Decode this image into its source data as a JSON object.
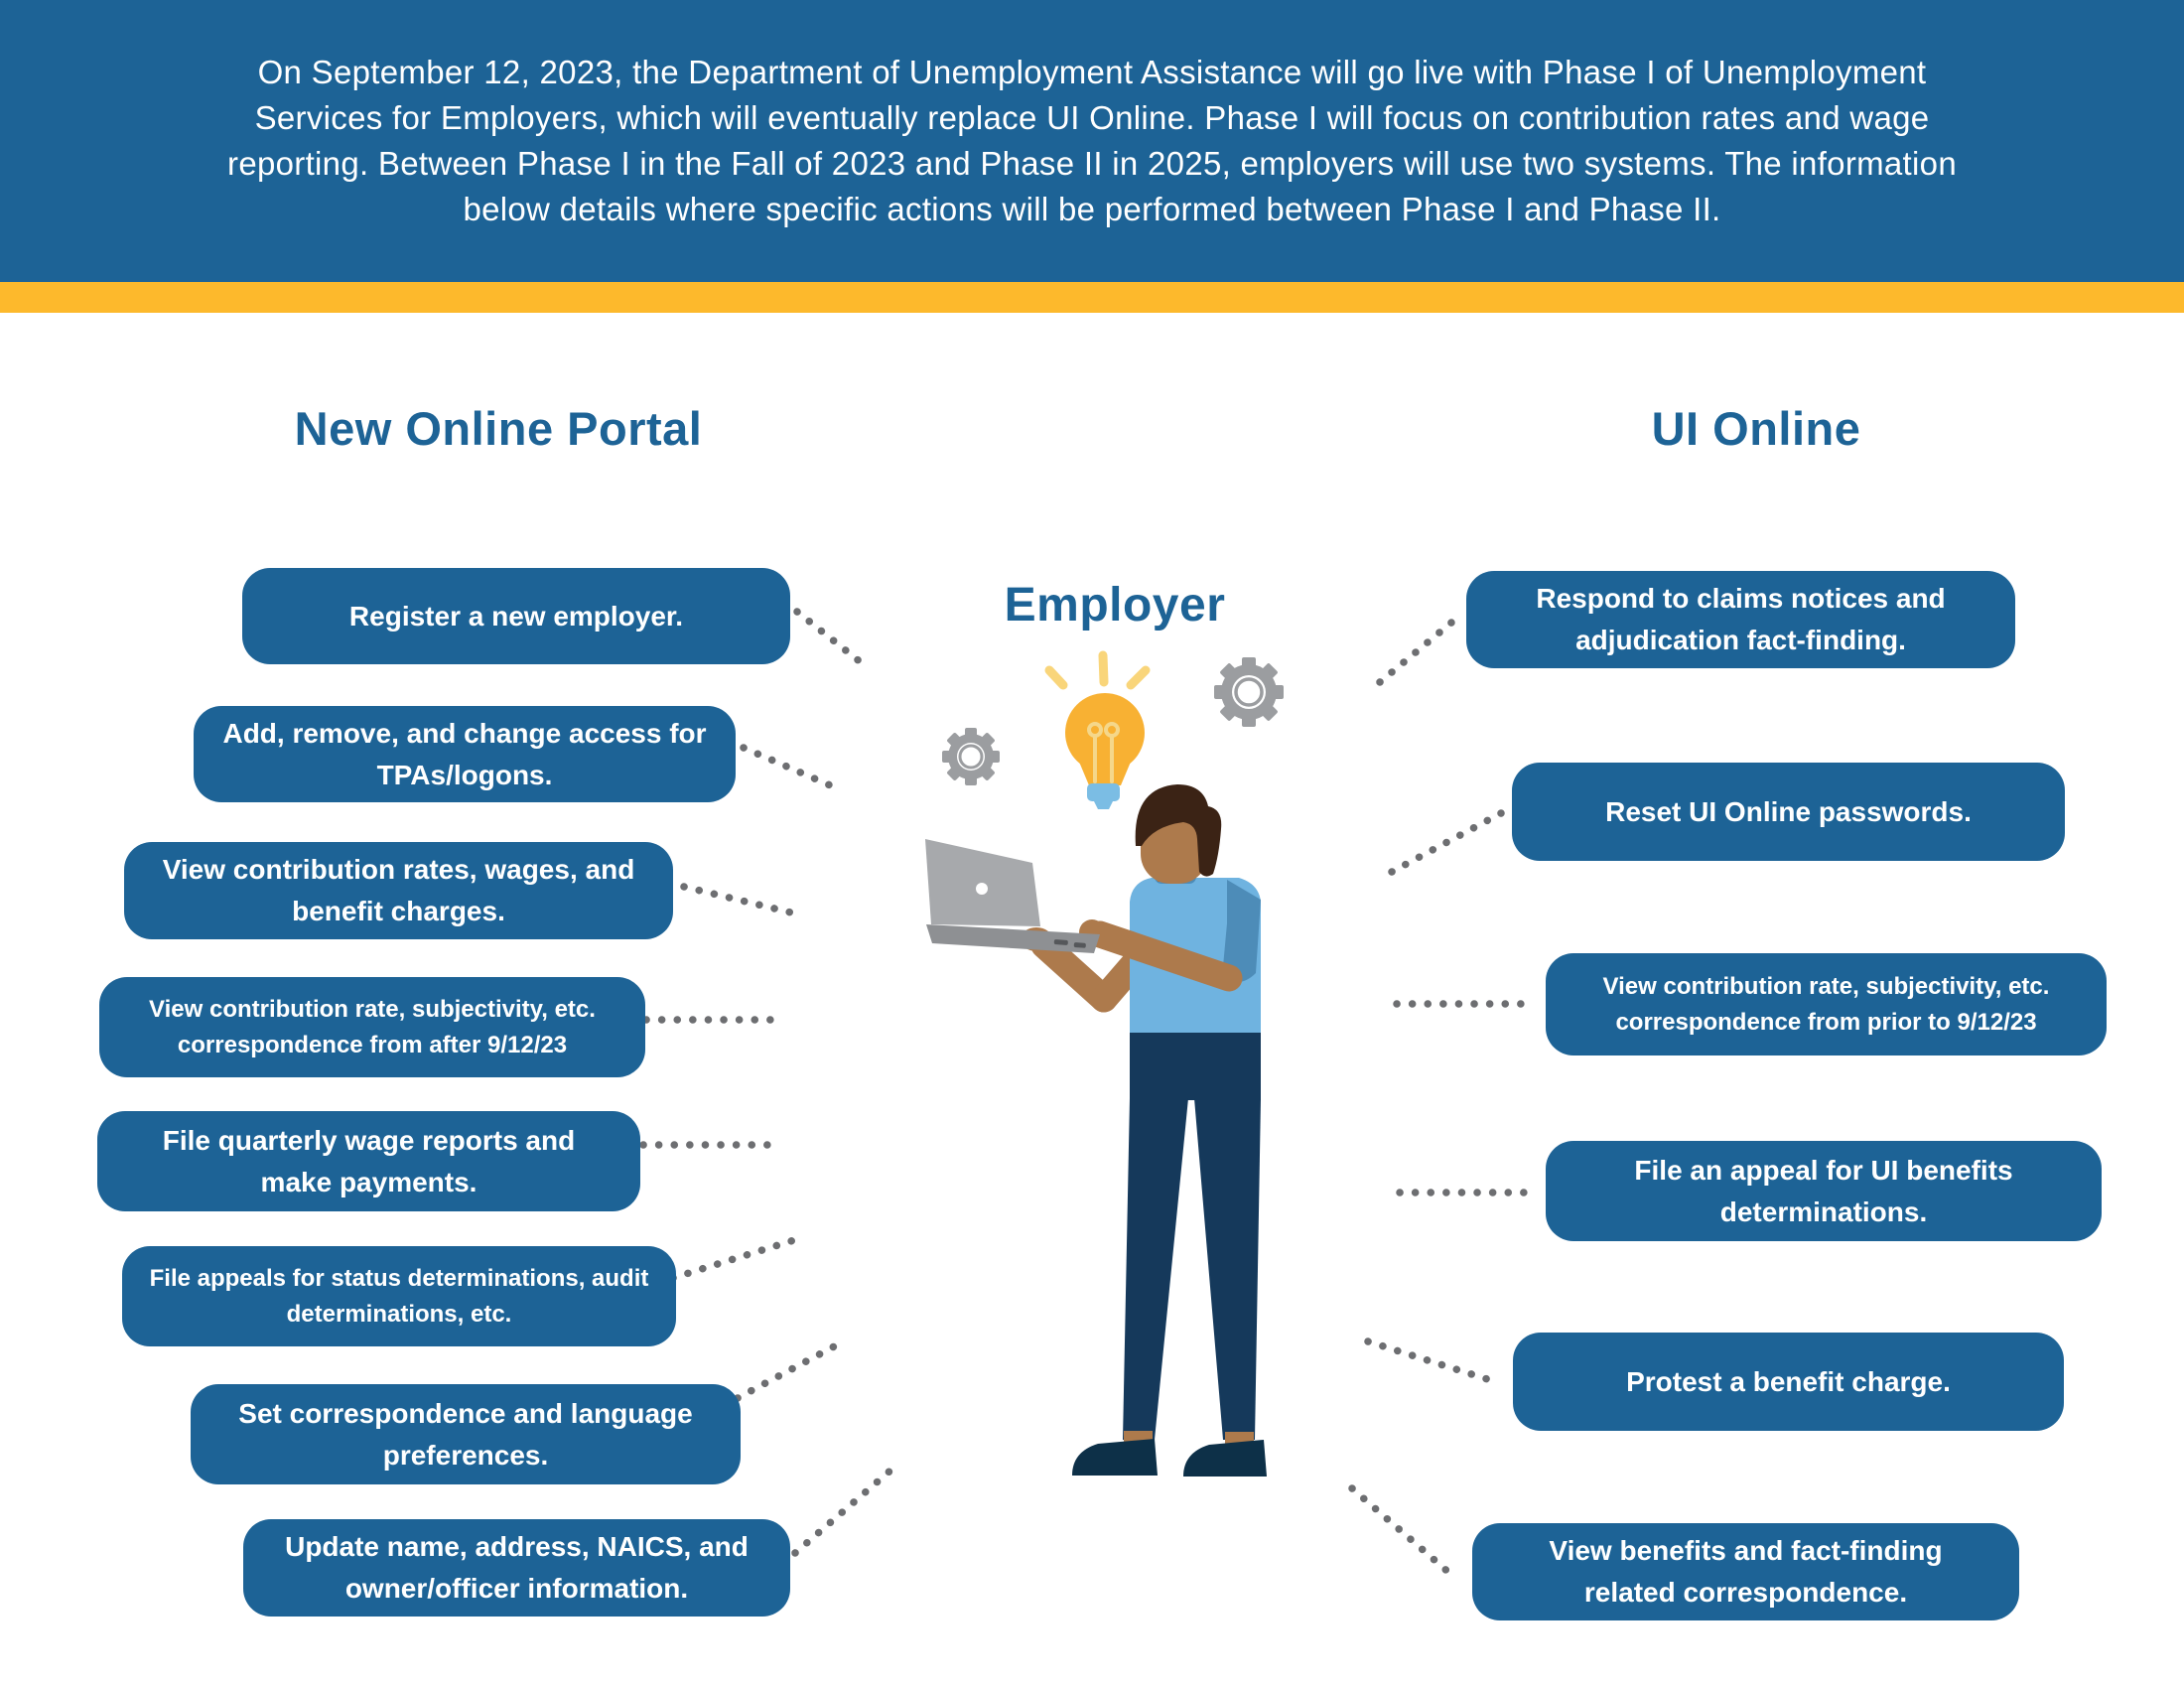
{
  "banner": {
    "lines": [
      "On September 12, 2023, the Department of Unemployment Assistance will go live with Phase I of Unemployment",
      "Services for Employers, which will eventually replace UI Online. Phase I will focus on contribution rates and wage",
      "reporting. Between Phase I in the Fall of 2023 and Phase II in 2025, employers will use two systems. The information",
      "below details where specific actions will be performed between Phase I and Phase II."
    ]
  },
  "columns": {
    "left": {
      "heading": "New Online Portal",
      "items": [
        "Register a new employer.",
        "Add, remove, and change access for TPAs/logons.",
        "View contribution rates, wages, and benefit charges.",
        "View contribution rate, subjectivity, etc. correspondence from after 9/12/23",
        "File quarterly wage reports and make payments.",
        "File appeals for status determinations, audit determinations, etc.",
        "Set correspondence and language preferences.",
        "Update name, address, NAICS, and owner/officer information."
      ]
    },
    "right": {
      "heading": "UI Online",
      "items": [
        "Respond to claims notices and adjudication fact-finding.",
        "Reset UI Online passwords.",
        "View contribution rate, subjectivity, etc. correspondence from prior to 9/12/23",
        "File an appeal for UI benefits determinations.",
        "Protest a benefit charge.",
        "View benefits and fact-finding related correspondence."
      ]
    }
  },
  "center": {
    "label": "Employer",
    "illustration_icons": [
      "lightbulb-icon",
      "gear-icon",
      "laptop-icon",
      "employer-figure"
    ]
  },
  "colors": {
    "primary_blue": "#1D6396",
    "accent_yellow": "#FDB92C",
    "dot_gray": "#6D6E71",
    "gear_gray": "#9B9DA0",
    "shirt_blue": "#6FB3E0",
    "sleeve_blue": "#4D8CB8",
    "pants_navy": "#15395B",
    "skin": "#AD7A4C",
    "text_white": "#FFFFFF"
  }
}
